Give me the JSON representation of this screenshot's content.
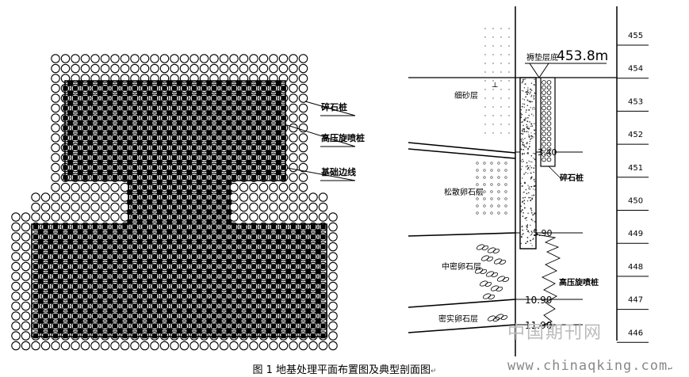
{
  "plan": {
    "label_gravel_pile": "碎石桩",
    "label_jet_pile": "高压旋喷桩",
    "label_foundation_edge": "基础边线"
  },
  "section": {
    "cushion_label": "褥垫层底",
    "cushion_elevation": "453.8m",
    "layer_fine_sand": "细砂层",
    "layer_loose_pebble": "松散卵石层",
    "layer_medium_dense_pebble": "中密卵石层",
    "layer_dense_pebble": "密实卵石层",
    "gravel_pile_label": "碎石桩",
    "jet_pile_label": "高压旋喷桩",
    "depth_1": "3.40",
    "depth_2": "5.90",
    "depth_3": "10.90",
    "depth_4": "11.90",
    "elevations": [
      "455",
      "454",
      "453",
      "452",
      "451",
      "450",
      "449",
      "448",
      "447",
      "446"
    ]
  },
  "caption": "图 1 地基处理平面布置图及典型剖面图",
  "caption_mark": "↵",
  "watermark": {
    "cn": "中国期刊网",
    "url": "www.chinaqking.com",
    "url_mark": "↵"
  }
}
